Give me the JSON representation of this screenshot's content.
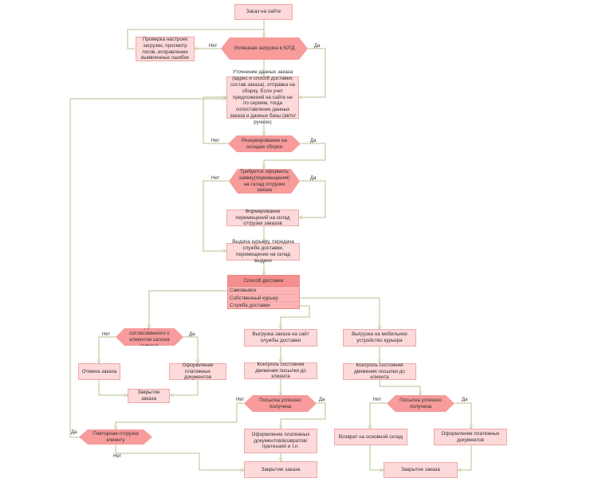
{
  "nodes": {
    "order_on_site": "Заказ на сайте",
    "check_settings": "Проверка настроек загрузки, просмотр логов, исправление выявленных ошибок",
    "upload_success": "Успешная загрузка в ЮТД",
    "clarify": "Уточнение данных заказа (адрес и способ доставки, состав заказа), отправка на сборку. Если учет предложений на сайте не по сериям, тогда сопоставление данных заказа и данных базы (авто/ручное)",
    "reserve": "Резервирование на складах сборки",
    "transfer_needed": "Требуется оформить заявку(перемещения) на склад отгрузки заказа",
    "form_transfer": "Формирование перемещений на склад отгрузки заказов",
    "courier_issue": "Выдача курьеру, передача службе доставки, перемещение на склад выдачи",
    "ship_salon": "Отгрузка из согласованного с клиентом салона (офиса)",
    "cancel_order": "Отмена заказа",
    "payment_docs_left": "Оформление платежных документов",
    "close_left": "Закрытие заказа",
    "upload_delivery_site": "Выгрузка заказа на сайт службы доставки",
    "track_mid": "Контроль состояния движения посылки до клиента",
    "parcel_received_mid": "Посылка успешно получена",
    "payment_docs_mid": "Оформление платежных документов/возвратов/претензий и т.п.",
    "close_mid": "Закрытие заказа",
    "upload_courier_device": "Выгрузка на мобильное устройство курьера",
    "track_right": "Контроль состояния движения посылки до клиента",
    "parcel_received_right": "Посылка успешно получена",
    "return_main": "Возврат на основной склад",
    "payment_docs_right": "Оформление платежных документов",
    "close_right": "Закрытие заказа",
    "repeat_shipment": "Повторная отгрузка клиенту"
  },
  "delivery_method": {
    "title": "Способ доставки",
    "options": [
      "Самовывоз",
      "Собственный курьер",
      "Служба доставки"
    ]
  },
  "labels": {
    "no": "Нет",
    "yes": "Да"
  }
}
